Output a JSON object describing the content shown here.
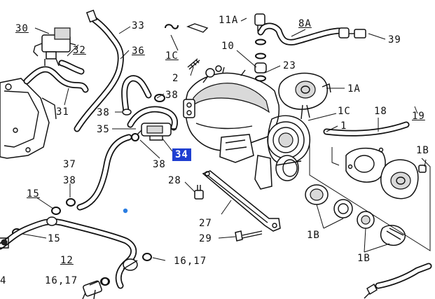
{
  "labels": {
    "l_30": "30",
    "l_33": "33",
    "l_32": "32",
    "l_36": "36",
    "l_31": "31",
    "l_38a": "38",
    "l_38b": "38",
    "l_35": "35",
    "l_34": "34",
    "l_38c": "38",
    "l_37": "37",
    "l_38d": "38",
    "l_15a": "15",
    "l_15b": "15",
    "l_12": "12",
    "l_4": "4",
    "l_1617a": "16,17",
    "l_1617b": "16,17",
    "l_11a": "11A",
    "l_8a": "8A",
    "l_39": "39",
    "l_10": "10",
    "l_1c_a": "1C",
    "l_2": "2",
    "l_23": "23",
    "l_1a": "1A",
    "l_1c_b": "1C",
    "l_18": "18",
    "l_19": "19",
    "l_1": "1",
    "l_1b_a": "1B",
    "l_28": "28",
    "l_27": "27",
    "l_29": "29",
    "l_1b_b": "1B",
    "l_1b_c": "1B"
  },
  "colors": {
    "highlight": "#1f3fd1",
    "dot": "#2a7de1"
  }
}
